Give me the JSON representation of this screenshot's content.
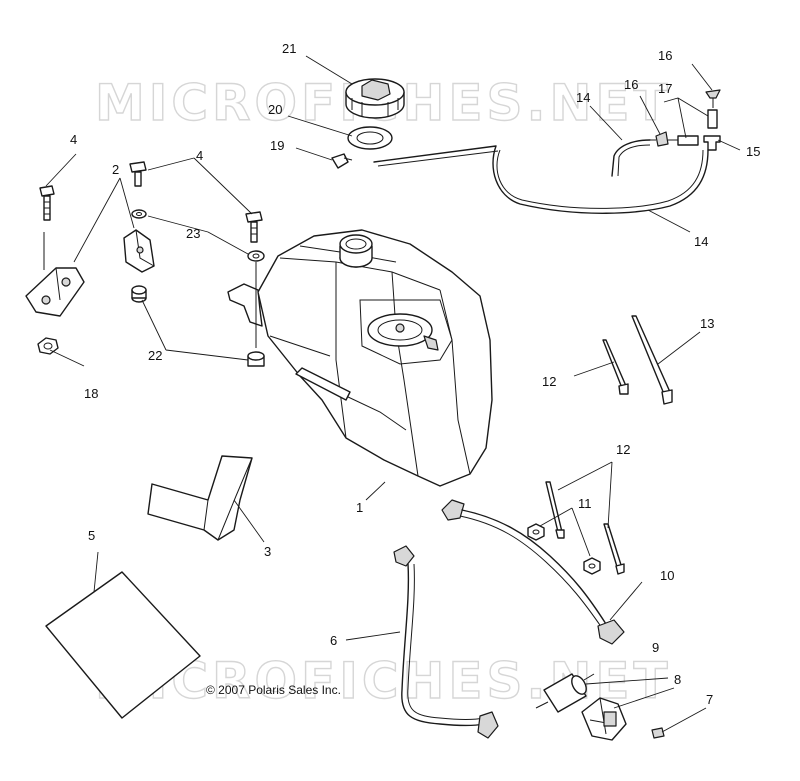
{
  "watermark": "MICROFICHES.NET",
  "copyright": "© 2007 Polaris Sales Inc.",
  "callouts": {
    "c1": "1",
    "c2": "2",
    "c3": "3",
    "c4a": "4",
    "c4b": "4",
    "c5": "5",
    "c6": "6",
    "c7": "7",
    "c8": "8",
    "c9": "9",
    "c10": "10",
    "c11": "11",
    "c12a": "12",
    "c12b": "12",
    "c13": "13",
    "c14a": "14",
    "c14b": "14",
    "c15": "15",
    "c16a": "16",
    "c16b": "16",
    "c17": "17",
    "c18": "18",
    "c19": "19",
    "c20": "20",
    "c21": "21",
    "c22": "22",
    "c23": "23"
  }
}
